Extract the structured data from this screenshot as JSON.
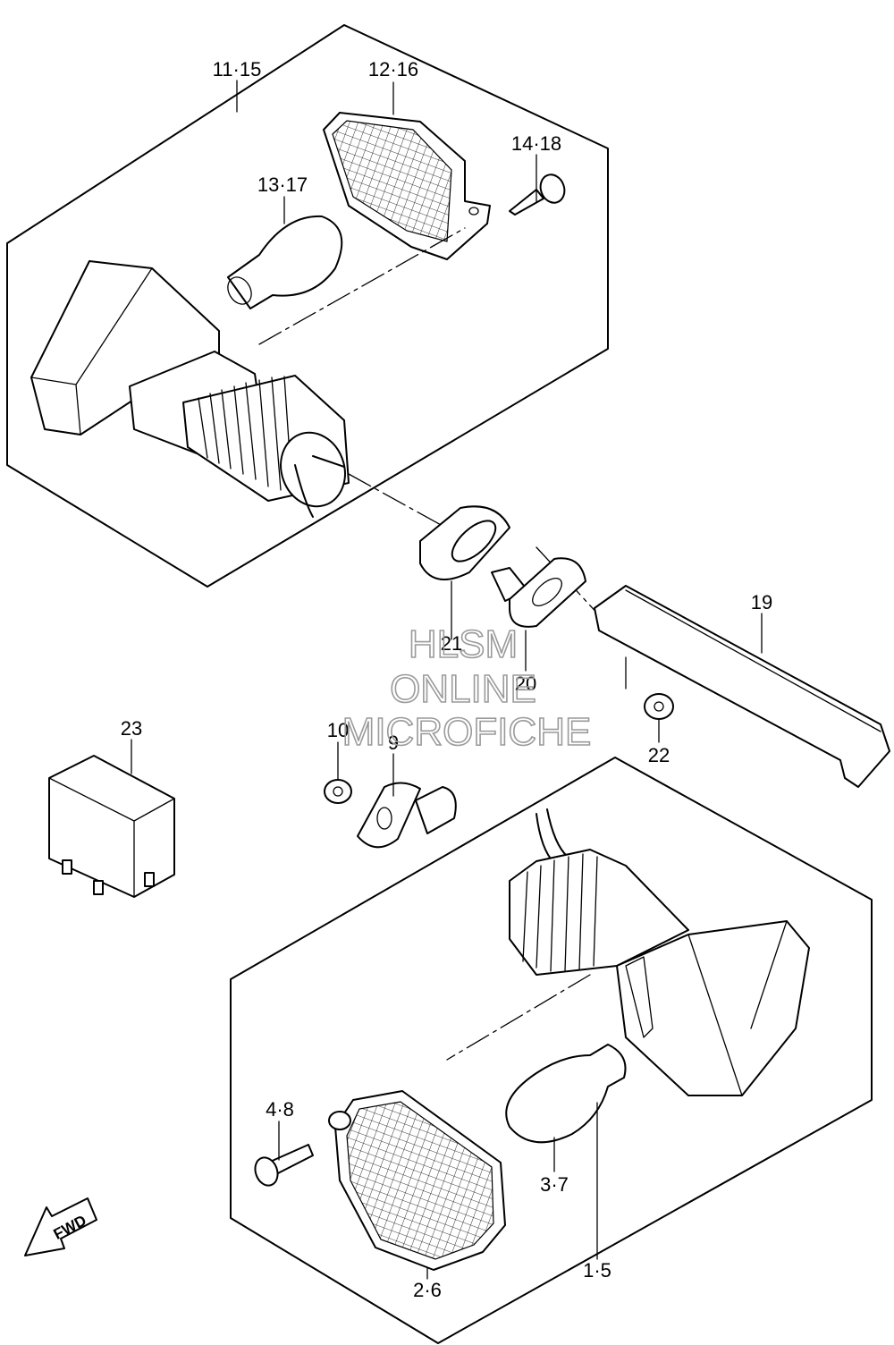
{
  "labels": {
    "l_11_15": "11·15",
    "l_12_16": "12·16",
    "l_14_18": "14·18",
    "l_13_17": "13·17",
    "l_19": "19",
    "l_21": "21",
    "l_20": "20",
    "l_22": "22",
    "l_23": "23",
    "l_10": "10",
    "l_9": "9",
    "l_4_8": "4·8",
    "l_3_7": "3·7",
    "l_2_6": "2·6",
    "l_1_5": "1·5"
  },
  "fwd_label": "FWD",
  "watermark": {
    "line1": "HLSM",
    "line2": "ONLINE",
    "line3": "MICROFICHE"
  },
  "colors": {
    "line": "#000000",
    "background": "#ffffff",
    "watermark": "#9a9a9a"
  }
}
